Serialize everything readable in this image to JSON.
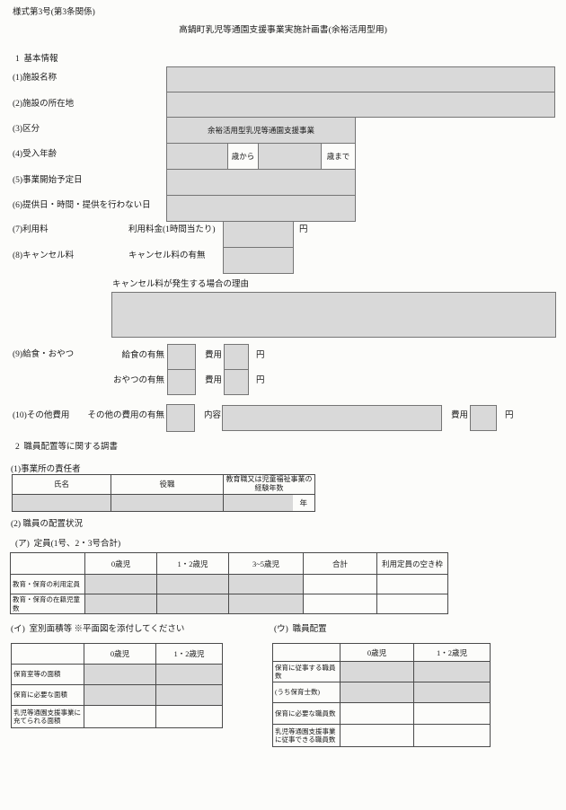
{
  "header": {
    "form_number": "様式第3号(第3条関係)",
    "title": "高鍋町乳児等通園支援事業実施計画書(余裕活用型用)"
  },
  "basic_info": {
    "heading": "1  基本情報",
    "rows": [
      {
        "label": "(1)施設名称"
      },
      {
        "label": "(2)施設の所在地"
      },
      {
        "label": "(3)区分",
        "value": "余裕活用型乳児等通園支援事業"
      },
      {
        "label": "(4)受入年齢",
        "from_suffix": "歳から",
        "to_suffix": "歳まで"
      },
      {
        "label": "(5)事業開始予定日"
      },
      {
        "label": "(6)提供日・時間・提供を行わない日"
      },
      {
        "label": "(7)利用料",
        "sub_label": "利用料金(1時間当たり)",
        "unit": "円"
      },
      {
        "label": "(8)キャンセル料",
        "sub_label": "キャンセル料の有無"
      }
    ],
    "cancel_reason_label": "キャンセル料が発生する場合の理由",
    "meal": {
      "label": "(9)給食・おやつ",
      "rows": [
        {
          "label": "給食の有無",
          "fee_label": "費用",
          "unit": "円"
        },
        {
          "label": "おやつの有無",
          "fee_label": "費用",
          "unit": "円"
        }
      ]
    },
    "other": {
      "label": "(10)その他費用",
      "sub_label": "その他の費用の有無",
      "content_label": "内容",
      "fee_label": "費用",
      "unit": "円"
    }
  },
  "staffing": {
    "heading": "2  職員配置等に関する調書",
    "manager": {
      "label": "(1)事業所の責任者",
      "headers": [
        "氏名",
        "役職",
        "教育職又は児童福祉事業の経験年数"
      ],
      "unit": "年"
    },
    "placement_label": "(2) 職員の配置状況",
    "capacity": {
      "label": "(ア)  定員(1号、2・3号合計)",
      "columns": [
        "0歳児",
        "1・2歳児",
        "3~5歳児",
        "合計",
        "利用定員の空き枠"
      ],
      "rows": [
        "教育・保育の利用定員",
        "教育・保育の在籍児童数"
      ]
    },
    "area": {
      "label": "(イ)  室別面積等 ※平面図を添付してください",
      "columns": [
        "0歳児",
        "1・2歳児"
      ],
      "rows": [
        "保育室等の面積",
        "保育に必要な面積",
        "乳児等通園支援事業に充てられる面積"
      ]
    },
    "staff": {
      "label": "(ウ)  職員配置",
      "columns": [
        "0歳児",
        "1・2歳児"
      ],
      "rows": [
        "保育に従事する職員数",
        "(うち保育士数)",
        "保育に必要な職員数",
        "乳児等通園支援事業に従事できる職員数"
      ]
    }
  },
  "colors": {
    "input_fill": "#d9d9d9",
    "border": "#757575",
    "table_border": "#4a4a4a"
  }
}
